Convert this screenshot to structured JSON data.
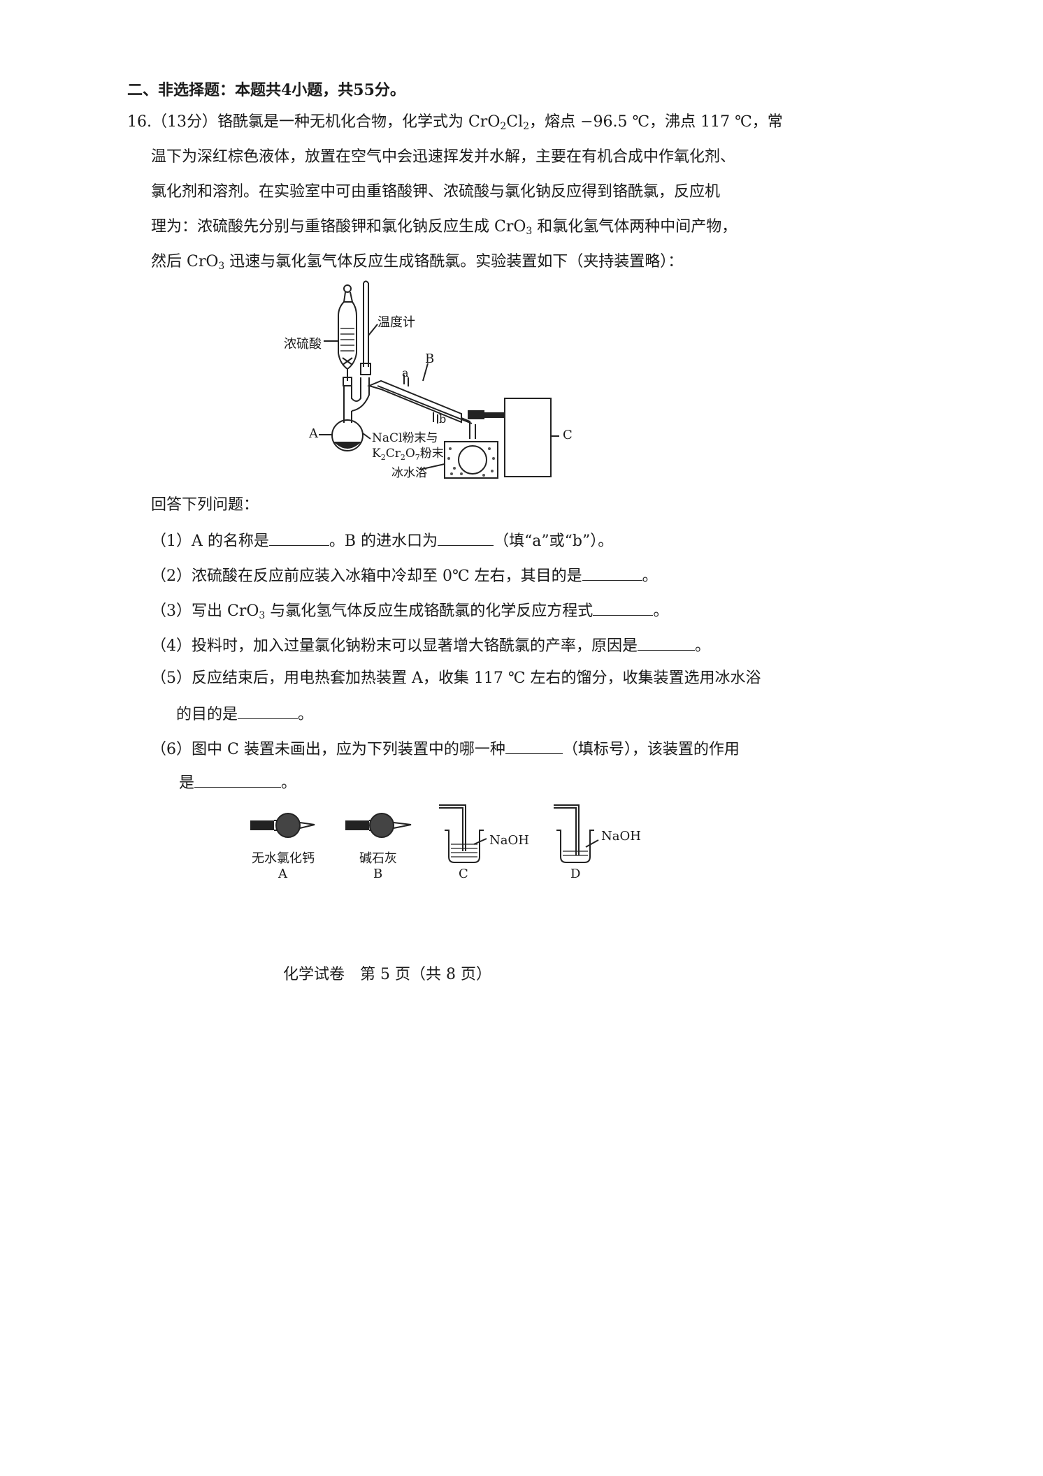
{
  "section_title": "二、非选择题：本题共4小题，共55分。",
  "q16": {
    "line1_a": "16.（13分）铬酰氯是一种无机化合物，化学式为 CrO",
    "line1_sub1": "2",
    "line1_b": "Cl",
    "line1_sub2": "2",
    "line1_c": "，熔点 −96.5 ℃，沸点 117 ℃，常",
    "line2": "温下为深红棕色液体，放置在空气中会迅速挥发并水解，主要在有机合成中作氧化剂、",
    "line3": "氯化剂和溶剂。在实验室中可由重铬酸钾、浓硫酸与氯化钠反应得到铬酰氯，反应机",
    "line4_a": "理为：浓硫酸先分别与重铬酸钾和氯化钠反应生成 CrO",
    "line4_sub": "3",
    "line4_b": " 和氯化氢气体两种中间产物，",
    "line5_a": "然后 CrO",
    "line5_sub": "3",
    "line5_b": " 迅速与氯化氢气体反应生成铬酰氯。实验装置如下（夹持装置略）："
  },
  "apparatus": {
    "label_thermometer": "温度计",
    "label_acid": "浓硫酸",
    "label_B": "B",
    "label_a": "a",
    "label_b": "b",
    "label_A": "A",
    "label_C": "C",
    "label_nacl": "NaCl粉末与",
    "label_k2cr2o7_a": "K",
    "label_k2cr2o7_s1": "2",
    "label_k2cr2o7_b": "Cr",
    "label_k2cr2o7_s2": "2",
    "label_k2cr2o7_c": "O",
    "label_k2cr2o7_s3": "7",
    "label_k2cr2o7_d": "粉末",
    "label_icebath": "冰水浴"
  },
  "answer_prompt": "回答下列问题：",
  "questions": {
    "q1_a": "（1）A 的名称是",
    "q1_b": "。B 的进水口为",
    "q1_c": "（填“a”或“b”）。",
    "q2_a": "（2）浓硫酸在反应前应装入冰箱中冷却至 0℃ 左右，其目的是",
    "q2_b": "。",
    "q3_a": "（3）写出 CrO",
    "q3_sub": "3",
    "q3_b": " 与氯化氢气体反应生成铬酰氯的化学反应方程式",
    "q3_c": "。",
    "q4_a": "（4）投料时，加入过量氯化钠粉末可以显著增大铬酰氯的产率，原因是",
    "q4_b": "。",
    "q5_a": "（5）反应结束后，用电热套加热装置 A，收集 117 ℃ 左右的馏分，收集装置选用冰水浴",
    "q5_b": "的目的是",
    "q5_c": "。",
    "q6_a": "（6）图中 C 装置未画出，应为下列装置中的哪一种",
    "q6_b": "（填标号），该装置的作用",
    "q6_c": "是",
    "q6_d": "。"
  },
  "options": [
    {
      "caption": "无水氯化钙",
      "letter": "A"
    },
    {
      "caption": "碱石灰",
      "letter": "B"
    },
    {
      "caption": "",
      "letter": "C",
      "reagent": "NaOH"
    },
    {
      "caption": "",
      "letter": "D",
      "reagent": "NaOH"
    }
  ],
  "footer": "化学试卷　第 5 页（共 8 页）"
}
